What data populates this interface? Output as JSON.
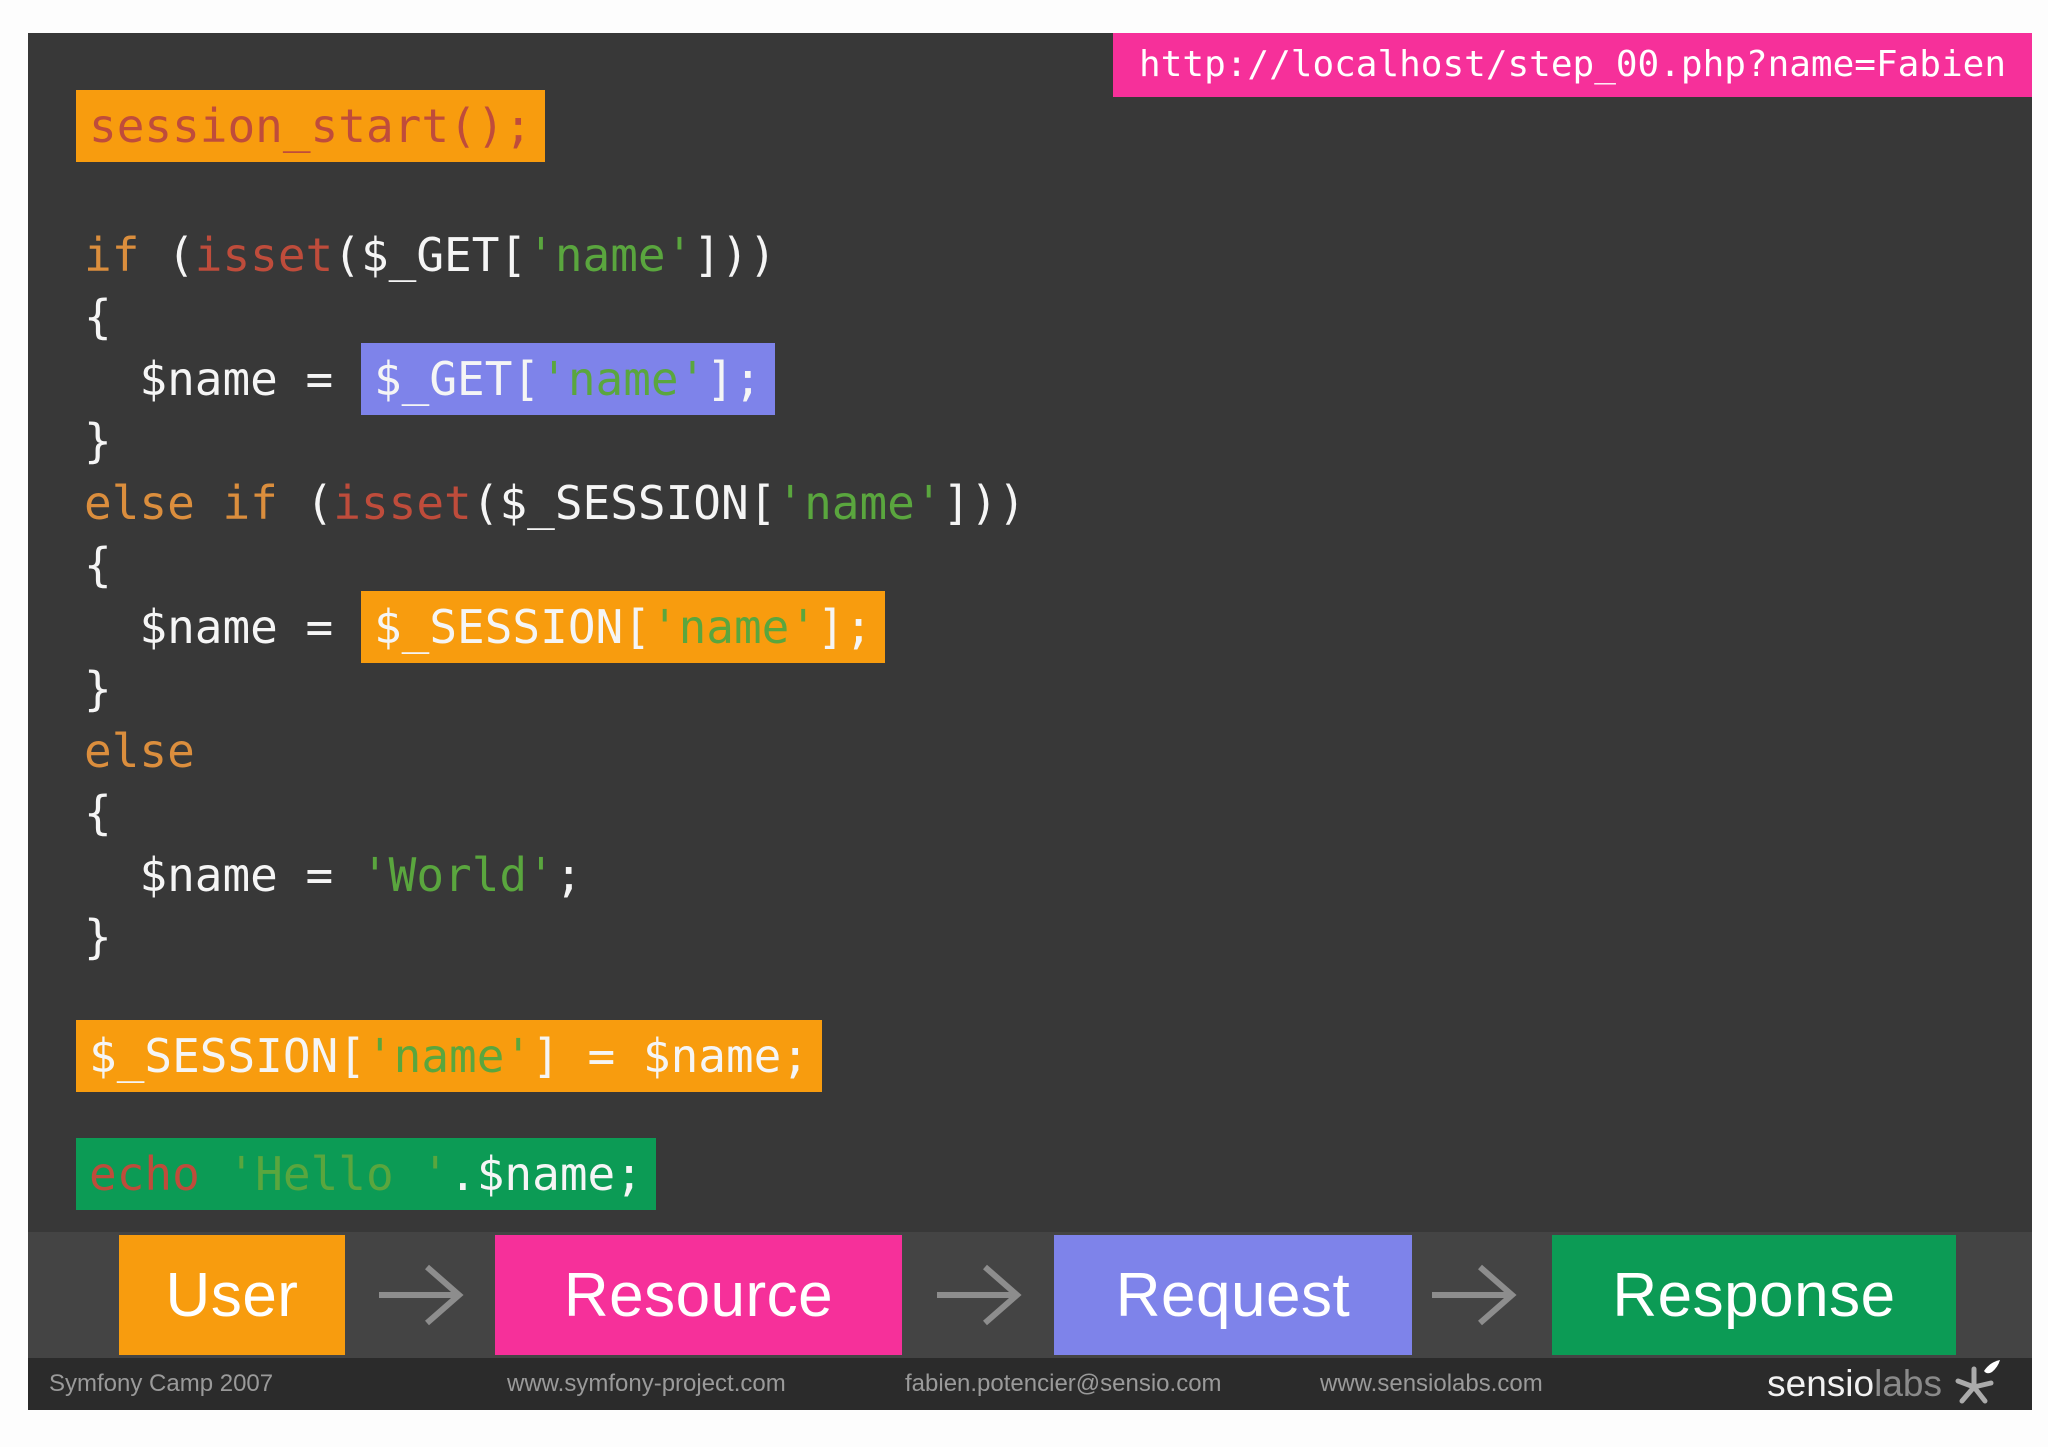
{
  "colors": {
    "slide_bg": "#383838",
    "band_bg": "#444444",
    "footer_bg": "#2b2b2b",
    "orange": "#f89c0e",
    "pink": "#f6309a",
    "blue": "#7e83ea",
    "green": "#0c9b55",
    "kw": "#db8e3d",
    "fn": "#bf4c3b",
    "str": "#5aa63e",
    "code": "#f5f5f5",
    "arrow": "#8d8d8d"
  },
  "url_bar": {
    "text": "http://localhost/step_00.php?name=Fabien"
  },
  "code": {
    "session_line": [
      [
        {
          "t": "session_start();",
          "c": "fn",
          "hl": "orange"
        }
      ]
    ],
    "main_lines": [
      [
        {
          "t": "if",
          "c": "kw"
        },
        {
          "t": " (",
          "c": "pl"
        },
        {
          "t": "isset",
          "c": "fn"
        },
        {
          "t": "($_GET[",
          "c": "pl"
        },
        {
          "t": "'name'",
          "c": "str"
        },
        {
          "t": "]))",
          "c": "pl"
        }
      ],
      [
        {
          "t": "{",
          "c": "pl"
        }
      ],
      [
        {
          "t": "  $name = ",
          "c": "pl"
        },
        {
          "t": "$_GET[",
          "c": "pl",
          "hl": "blue"
        },
        {
          "t": "'name'",
          "c": "str",
          "hl": "blue"
        },
        {
          "t": "];",
          "c": "pl",
          "hl": "blue"
        }
      ],
      [
        {
          "t": "}",
          "c": "pl"
        }
      ],
      [
        {
          "t": "else if",
          "c": "kw"
        },
        {
          "t": " (",
          "c": "pl"
        },
        {
          "t": "isset",
          "c": "fn"
        },
        {
          "t": "($_SESSION[",
          "c": "pl"
        },
        {
          "t": "'name'",
          "c": "str"
        },
        {
          "t": "]))",
          "c": "pl"
        }
      ],
      [
        {
          "t": "{",
          "c": "pl"
        }
      ],
      [
        {
          "t": "  $name = ",
          "c": "pl"
        },
        {
          "t": "$_SESSION[",
          "c": "pl",
          "hl": "orange"
        },
        {
          "t": "'name'",
          "c": "str",
          "hl": "orange"
        },
        {
          "t": "];",
          "c": "pl",
          "hl": "orange"
        }
      ],
      [
        {
          "t": "}",
          "c": "pl"
        }
      ],
      [
        {
          "t": "else",
          "c": "kw"
        }
      ],
      [
        {
          "t": "{",
          "c": "pl"
        }
      ],
      [
        {
          "t": "  $name = ",
          "c": "pl"
        },
        {
          "t": "'World'",
          "c": "str"
        },
        {
          "t": ";",
          "c": "pl"
        }
      ],
      [
        {
          "t": "}",
          "c": "pl"
        }
      ]
    ],
    "assign_line": [
      [
        {
          "t": "$_SESSION[",
          "c": "pl",
          "hl": "orange"
        },
        {
          "t": "'name'",
          "c": "str",
          "hl": "orange"
        },
        {
          "t": "] = $name;",
          "c": "pl",
          "hl": "orange"
        }
      ]
    ],
    "echo_line": [
      [
        {
          "t": "echo",
          "c": "fn",
          "hl": "green"
        },
        {
          "t": " ",
          "c": "pl",
          "hl": "green"
        },
        {
          "t": "'Hello '",
          "c": "str",
          "hl": "green"
        },
        {
          "t": ".$name;",
          "c": "pl",
          "hl": "green"
        }
      ]
    ]
  },
  "flow": {
    "items": [
      {
        "label": "User",
        "color": "#f89c0e"
      },
      {
        "label": "Resource",
        "color": "#f6309a"
      },
      {
        "label": "Request",
        "color": "#7e83ea"
      },
      {
        "label": "Response",
        "color": "#0c9b55"
      }
    ]
  },
  "footer": {
    "items": [
      "Symfony Camp 2007",
      "www.symfony-project.com",
      "fabien.potencier@sensio.com",
      "www.sensiolabs.com"
    ],
    "logo": {
      "sensio": "sensio",
      "labs": "labs"
    }
  }
}
